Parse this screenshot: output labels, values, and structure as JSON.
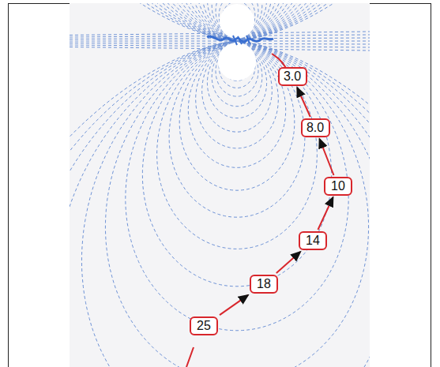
{
  "diagram": {
    "nodes": [
      {
        "text": [
          "3.0"
        ]
      },
      {
        "text": [
          "8.0"
        ]
      },
      {
        "text": [
          "10"
        ]
      },
      {
        "text": [
          "14"
        ]
      },
      {
        "text": [
          "18"
        ]
      },
      {
        "text": [
          "25"
        ]
      }
    ],
    "edges": [
      {
        "from": 5,
        "to": 4,
        "arrow": "to"
      },
      {
        "from": 4,
        "to": 3,
        "arrow": "to"
      },
      {
        "from": 3,
        "to": 2,
        "arrow": "to"
      },
      {
        "from": 2,
        "to": 1,
        "arrow": "to"
      },
      {
        "from": 1,
        "to": 0,
        "arrow": "to"
      }
    ]
  }
}
